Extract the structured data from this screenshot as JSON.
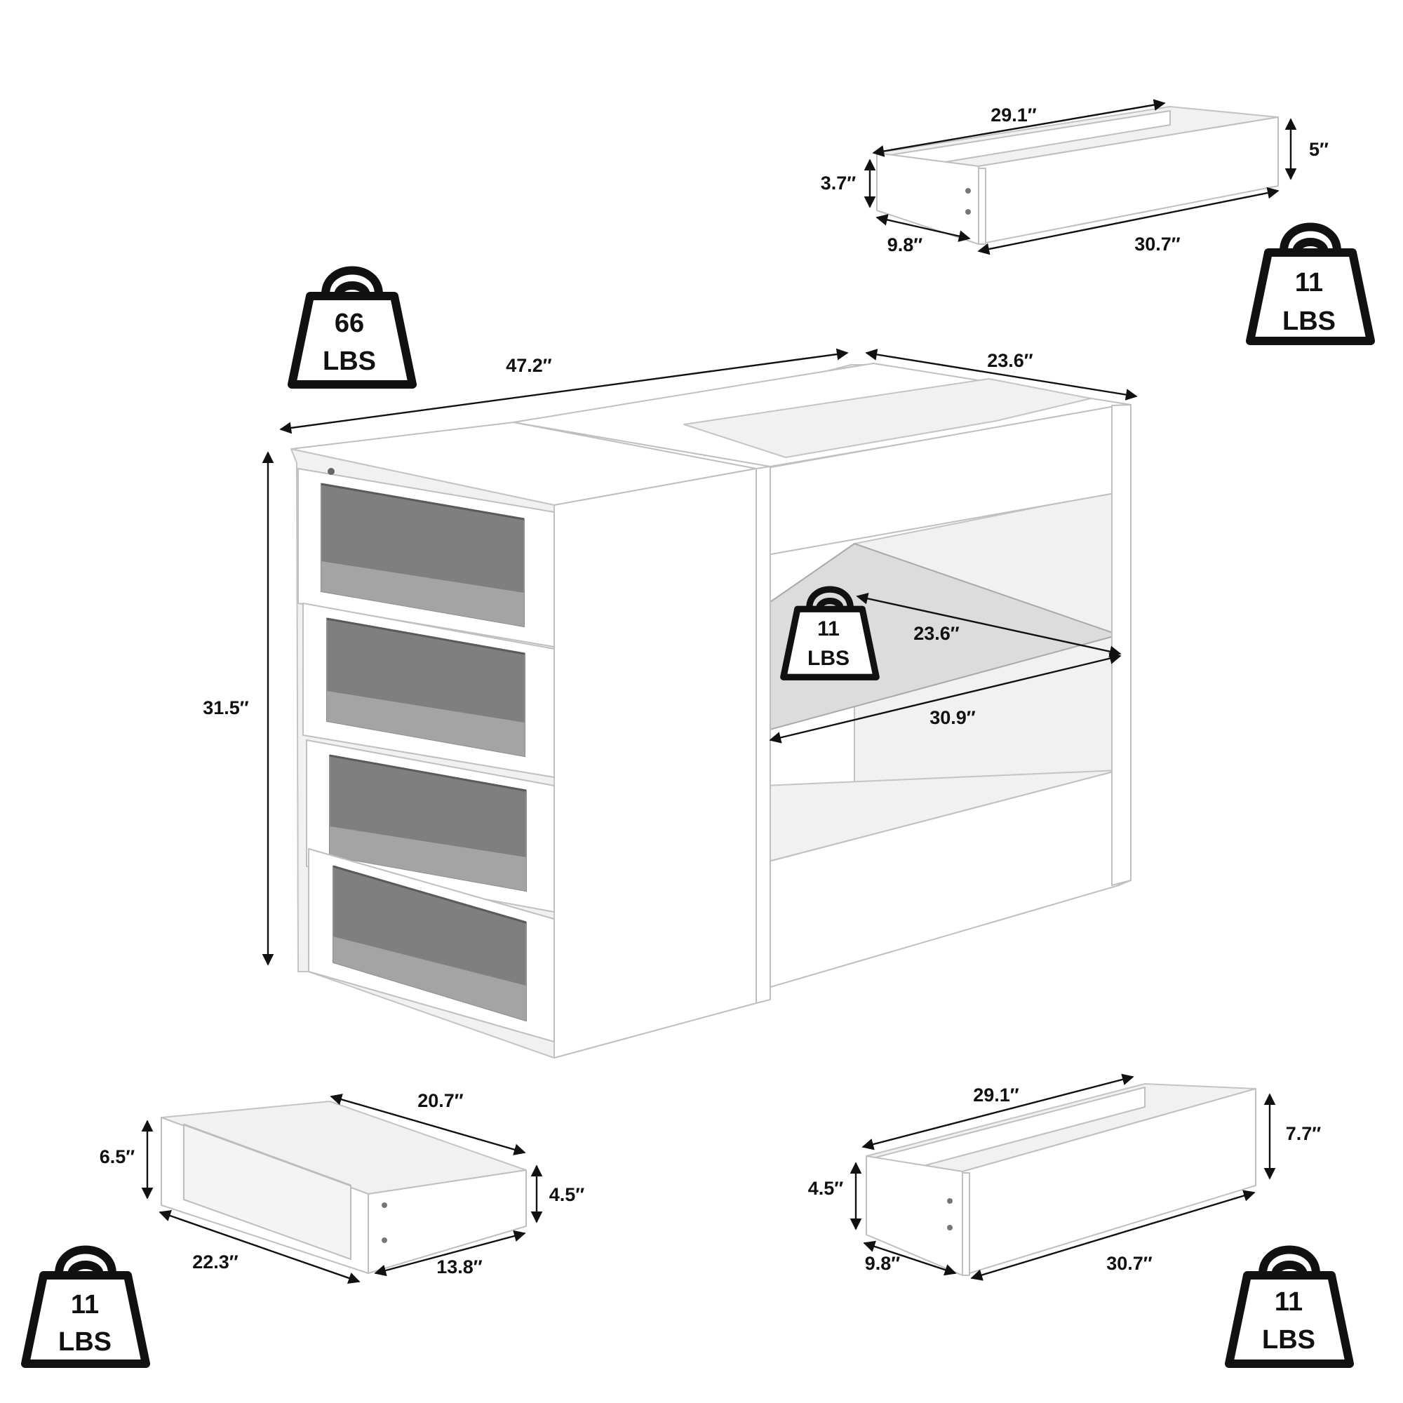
{
  "weights": {
    "cabinet": {
      "value": "66",
      "unit": "LBS"
    },
    "top_drawer": {
      "value": "11",
      "unit": "LBS"
    },
    "shelf": {
      "value": "11",
      "unit": "LBS"
    },
    "side_drawer": {
      "value": "11",
      "unit": "LBS"
    },
    "bottom_drawer": {
      "value": "11",
      "unit": "LBS"
    }
  },
  "cabinet_dims": {
    "width": "47.2″",
    "depth": "23.6″",
    "height": "31.5″",
    "shelf_depth": "23.6″",
    "shelf_width": "30.9″"
  },
  "top_drawer_dims": {
    "length": "29.1″",
    "height": "5″",
    "side_height": "3.7″",
    "depth": "9.8″",
    "front_length": "30.7″"
  },
  "side_drawer_dims": {
    "depth": "20.7″",
    "front_height": "6.5″",
    "side_height": "4.5″",
    "front_width": "22.3″",
    "inner_width": "13.8″"
  },
  "bottom_drawer_dims": {
    "length": "29.1″",
    "height": "7.7″",
    "side_height": "4.5″",
    "depth": "9.8″",
    "front_length": "30.7″"
  }
}
